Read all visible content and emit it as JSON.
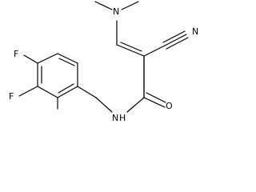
{
  "molecule": {
    "atoms": {
      "fluorine_top": "F",
      "fluorine_bottom": "F",
      "amide_nitrogen": "N",
      "amide_hydrogen": "H",
      "carbonyl_oxygen": "O",
      "nitrile_nitrogen": "N",
      "dimethylamino_nitrogen": "N"
    }
  }
}
